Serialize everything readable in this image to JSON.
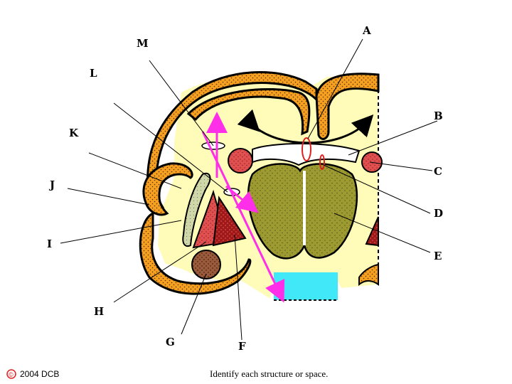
{
  "labels": {
    "A": "A",
    "B": "B",
    "C": "C",
    "D": "D",
    "E": "E",
    "F": "F",
    "G": "G",
    "H": "H",
    "I": "I",
    "J": "J",
    "K": "K",
    "L": "L",
    "M": "M"
  },
  "footer": {
    "copyright_symbol": "©",
    "copyright_text": "2004 DCB",
    "caption": "Identify each structure or space."
  },
  "colors": {
    "cortex_orange": "#f5a020",
    "ventricle_yellow": "#fffbb8",
    "thalamus_olive": "#9c9a30",
    "red_nucleus": "#e05050",
    "dark_red": "#a01818",
    "brown": "#9a5a3c",
    "cyan": "#40e8f8",
    "magenta_arrow": "#ff2ee8",
    "pale_green": "#cfd6a8"
  },
  "icons": [
    "copyright-circle-icon"
  ]
}
